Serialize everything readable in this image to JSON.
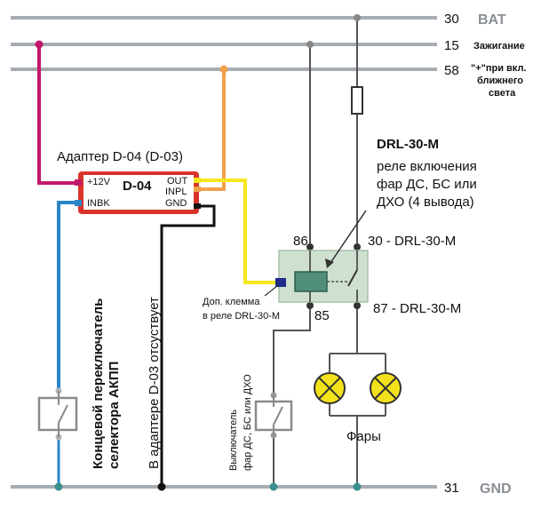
{
  "rails": {
    "bat": {
      "num": "30",
      "name": "BAT"
    },
    "ign": {
      "num": "15",
      "name": "Зажигание"
    },
    "low": {
      "num": "58",
      "lines": [
        "\"+\"при вкл.",
        "ближнего",
        "света"
      ]
    },
    "gnd": {
      "num": "31",
      "name": "GND"
    }
  },
  "adapter": {
    "title": "Адаптер D-04 (D-03)",
    "model": "D-04",
    "pin_12v": "+12V",
    "pin_inbk": "INBK",
    "pin_out": "OUT",
    "pin_inpl": "INPL",
    "pin_gnd": "GND"
  },
  "relay": {
    "title": "DRL-30-M",
    "desc": [
      "реле включения",
      "фар ДС, БС или",
      "ДХО (4 вывода)"
    ],
    "pin86": "86",
    "pin85": "85",
    "pin30": "30 - DRL-30-M",
    "pin87": "87 - DRL-30-M",
    "extra_terminal": [
      "Доп. клемма",
      "в реле DRL-30-M"
    ]
  },
  "labels": {
    "limit_switch": [
      "Концевой переключатель",
      "селектора АКПП"
    ],
    "d03_note": "В адаптере D-03 отсуствует",
    "light_switch": [
      "Выключатель",
      "фар ДС, БС или ДХО"
    ],
    "headlights": "Фары"
  },
  "colors": {
    "rail": "#a6acb2",
    "adapter": "#d9342b",
    "wire_magenta": "#c2186b",
    "wire_blue": "#2b86c8",
    "wire_orange": "#f0a14c",
    "wire_yellow": "#f5e51c",
    "wire_black": "#111111",
    "relay_body": "#cfe0d0",
    "lamp": "#f3e21b",
    "node_teal": "#3b8f8f"
  }
}
